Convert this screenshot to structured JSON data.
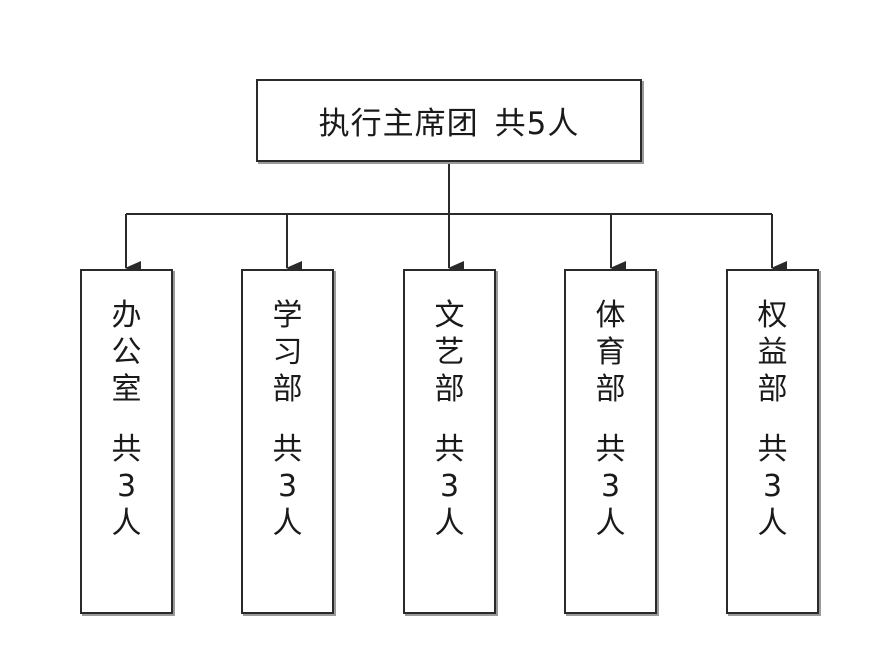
{
  "root": {
    "name": "执行主席团",
    "count": "共5人"
  },
  "departments": [
    {
      "name": "办公室",
      "count": "共3人"
    },
    {
      "name": "学习部",
      "count": "共3人"
    },
    {
      "name": "文艺部",
      "count": "共3人"
    },
    {
      "name": "体育部",
      "count": "共3人"
    },
    {
      "name": "权益部",
      "count": "共3人"
    }
  ]
}
